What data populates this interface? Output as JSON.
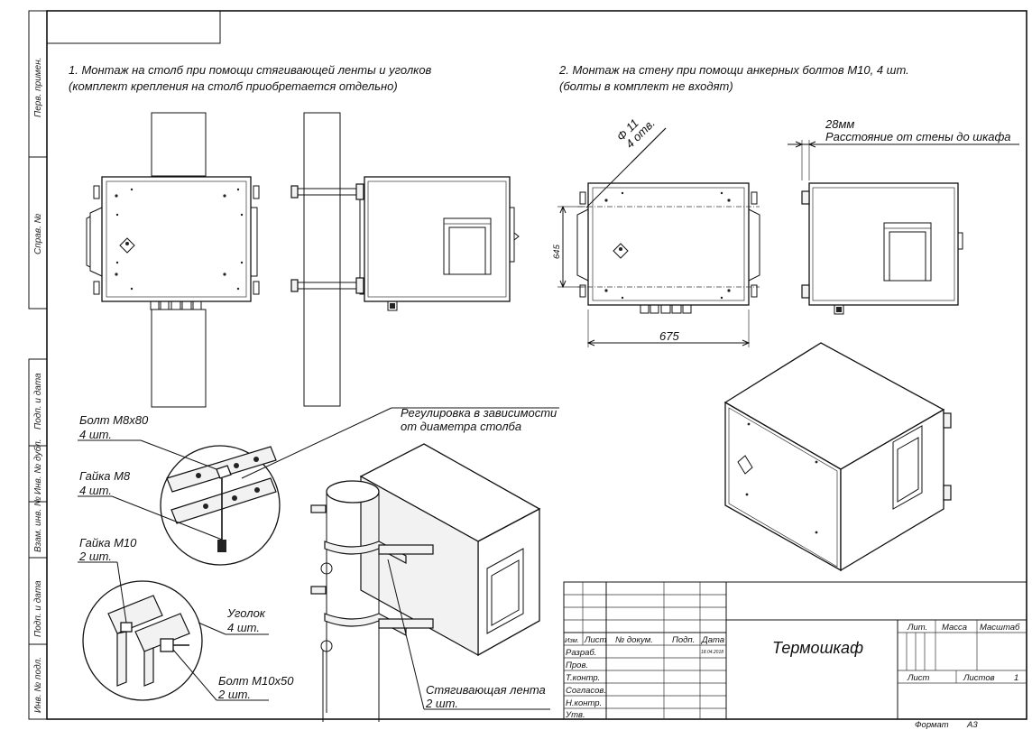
{
  "sidebar_labels": [
    "Перв. примен.",
    "Справ. №",
    "Подп. и дата",
    "Инв. № дубл.",
    "Взам. инв. №",
    "Подп. и дата",
    "Инв. № подл."
  ],
  "section1": {
    "line1": "1. Монтаж на столб при помощи стягивающей ленты и уголков",
    "line2": "(комплект крепления на столб приобретается отдельно)"
  },
  "section2": {
    "line1": "2. Монтаж на стену при помощи анкерных болтов М10, 4 шт.",
    "line2": "(болты в комплект не входят)"
  },
  "dimensions": {
    "hole_diameter": "Φ 11",
    "hole_count": "4 отв.",
    "wall_distance": "28мм",
    "wall_distance_label": "Расстояние от стены до шкафа",
    "height": "645",
    "width": "675"
  },
  "callouts": {
    "adjust_line1": "Регулировка в зависимости",
    "adjust_line2": "от диаметра столба",
    "bolt_m8_name": "Болт М8х80",
    "bolt_m8_qty": "4 шт.",
    "nut_m8_name": "Гайка М8",
    "nut_m8_qty": "4 шт.",
    "nut_m10_name": "Гайка М10",
    "nut_m10_qty": "2 шт.",
    "angle_name": "Уголок",
    "angle_qty": "4 шт.",
    "bolt_m10_name": "Болт М10х50",
    "bolt_m10_qty": "2 шт.",
    "band_name": "Стягивающая лента",
    "band_qty": "2 шт."
  },
  "title_block": {
    "headers": [
      "Изм.",
      "Лист",
      "№ докум.",
      "Подп.",
      "Дата"
    ],
    "date": "18.04.2018",
    "roles": [
      "Разраб.",
      "Пров.",
      "Т.контр.",
      "Согласов.",
      "Н.контр.",
      "Утв."
    ],
    "product": "Термошкаф",
    "lit": "Лит.",
    "mass": "Масса",
    "scale": "Масштаб",
    "sheet": "Лист",
    "sheets": "Листов",
    "sheets_count": "1",
    "format": "Формат",
    "format_value": "А3"
  }
}
